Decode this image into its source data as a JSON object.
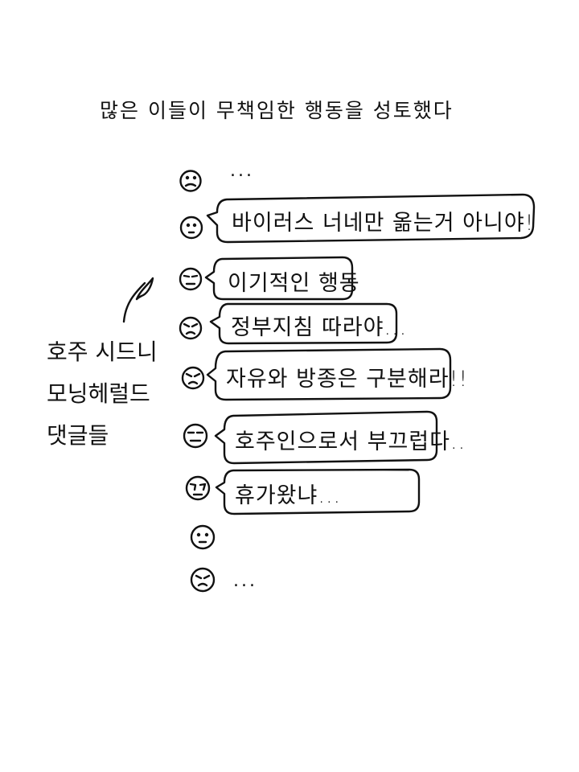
{
  "title": "많은 이들이 무책임한 행동을 성토했다",
  "side_note": {
    "lines": [
      "호주 시드니",
      "모닝헤럴드",
      "댓글들"
    ]
  },
  "comments": [
    {
      "face": "frown-face-icon",
      "text": "..."
    },
    {
      "face": "neutral-face-icon",
      "text": "바이러스 너네만 옮는거 아니야!"
    },
    {
      "face": "annoyed-face-icon",
      "text": "이기적인 행동"
    },
    {
      "face": "angry-face-icon",
      "text": "정부지침 따라야..."
    },
    {
      "face": "angry-face-icon",
      "text": "자유와 방종은 구분해라!!"
    },
    {
      "face": "annoyed-face-icon",
      "text": "호주인으로서 부끄럽다.."
    },
    {
      "face": "crying-face-icon",
      "text": "휴가왔냐..."
    },
    {
      "face": "neutral-face-icon",
      "text": ""
    },
    {
      "face": "angry-face-icon",
      "text": "..."
    }
  ]
}
